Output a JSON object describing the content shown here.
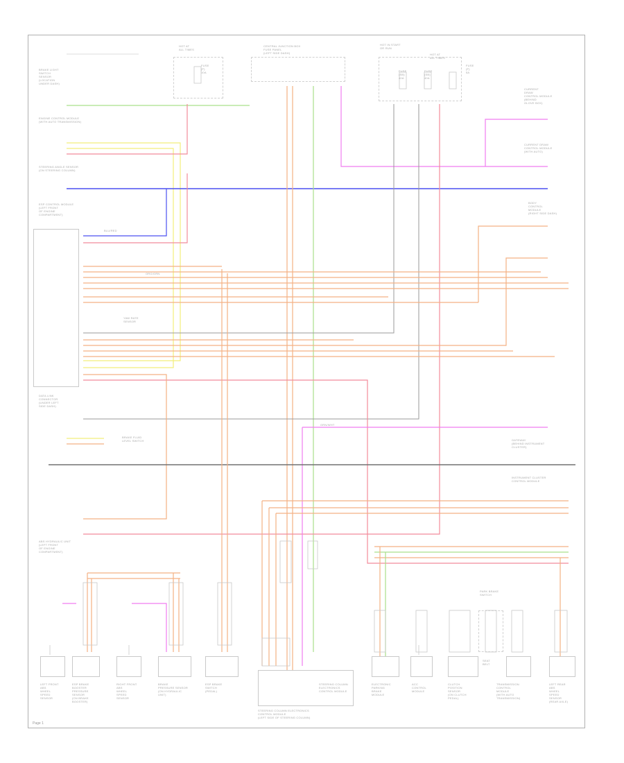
{
  "page": {
    "id": "Page 1",
    "background": "#ffffff",
    "frame_color": "#b0b0b0"
  },
  "wire_colors": {
    "orange": "#f4b183",
    "green": "#a9e08a",
    "yellow": "#f2ee7a",
    "blue": "#4a4ff0",
    "red": "#f28b9a",
    "pink": "#f07cf0",
    "gray": "#9a9a9a",
    "dark_gray": "#707070",
    "tan": "#e8c8a0"
  },
  "labels": {
    "top_left_1": "HOT AT\nALL TIMES",
    "top_left_2": "FUSE\n(F)\n10A",
    "sensor_top_left": "BRAKE LIGHT\nSWITCH\nSENSOR\n(LOCATION\nUNDER DASH)",
    "engine_control": "ENGINE CONTROL MODULE\n(WITH AUTO TRANSMISSION)",
    "steering_angle": "STEERING ANGLE SENSOR\n(ON STEERING COLUMN)",
    "central_module": "ESP CONTROL MODULE\n(LEFT FRONT\nOF ENGINE\nCOMPARTMENT)",
    "data_link_connector": "DATA LINK\nCONNECTOR\n(UNDER LEFT\nSIDE DASH)",
    "brake_fluid": "BRAKE FLUID\nLEVEL SWITCH",
    "abs_hydraulic_unit": "ABS HYDRAULIC UNIT\n(LEFT FRONT\nOF ENGINE\nCOMPARTMENT)",
    "yaw_rate": "YAW RATE\nSENSOR",
    "central_junction_top": "CENTRAL JUNCTION BOX\nFUSE PANEL\n(LEFT SIDE DASH)",
    "hot_in_run": "HOT IN START\nOR RUN",
    "hot_at_all_times_2": "HOT AT\nALL TIMES",
    "fuse_col_a": "FUSE\n(SB)\n40A",
    "fuse_col_b": "FUSE\n(SB)\n40A",
    "fuse_col_c": "FUSE\n(F)\n5A",
    "right_top_1": "CURRENT\nDRAW\nCONTROL MODULE\n(BEHIND\nGLOVE BOX)",
    "right_top_2": "CURRENT DRAW\nCONTROL MODULE\n(WITH AUTO)",
    "right_mid_1": "BODY\nCONTROL\nMODULE\n(RIGHT SIDE DASH)",
    "right_low_1": "GATEWAY\n(BEHIND INSTRUMENT\nCLUSTER)",
    "right_low_2": "INSTRUMENT CLUSTER\nCONTROL MODULE",
    "park_brake": "PARK BRAKE\nSWITCH",
    "steering_col": "STEERING COLUMN\nELECTRONICS\nCONTROL MODULE",
    "bottom_1": "LEFT FRONT\nABS\nWHEEL\nSPEED\nSENSOR",
    "bottom_2": "ESP BRAKE\nBOOSTER\nPRESSURE\nSENSOR\n(ON BRAKE\nBOOSTER)",
    "bottom_3": "RIGHT FRONT\nABS\nWHEEL\nSPEED\nSENSOR",
    "bottom_4": "BRAKE\nPRESSURE SENSOR\n(ON HYDRAULIC\nUNIT)",
    "bottom_5": "ESP BRAKE\nSWITCH\n(PEDAL)",
    "bottom_6": "STEERING COLUMN ELECTRONICS\nCONTROL MODULE\n(LEFT SIDE OF STEERING COLUMN)",
    "bottom_7": "ELECTRONIC\nPARKING\nBRAKE\nMODULE",
    "bottom_8": "ACC\nCONTROL\nMODULE",
    "bottom_9": "CLUTCH\nPOSITION\nSENSOR\n(ON CLUTCH\nPEDAL)",
    "bottom_10": "TRANSMISSION\nCONTROL\nMODULE\n(WITH AUTO\nTRANSMISSION)",
    "bottom_11": "LEFT REAR\nABS\nWHEEL\nSPEED\nSENSOR\n(REAR AXLE)",
    "mini_1": "SEAT\nBELT",
    "wire_note_1": "ORG/GRN",
    "wire_note_2": "GRN/WHT",
    "wire_note_3": "BLU/RED"
  }
}
